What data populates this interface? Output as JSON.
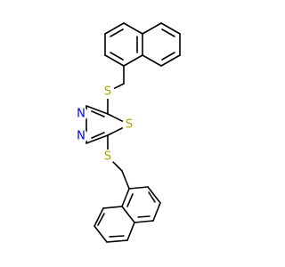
{
  "colors": {
    "bond": "#000000",
    "sulfur": "#b8a200",
    "nitrogen": "#0000ff",
    "background": "#ffffff"
  },
  "atoms": [
    {
      "id": "S1",
      "label": "S",
      "element": "sulfur"
    },
    {
      "id": "S2",
      "label": "S",
      "element": "sulfur"
    },
    {
      "id": "S3",
      "label": "S",
      "element": "sulfur"
    },
    {
      "id": "N1",
      "label": "N",
      "element": "nitrogen"
    },
    {
      "id": "N2",
      "label": "N",
      "element": "nitrogen"
    }
  ]
}
